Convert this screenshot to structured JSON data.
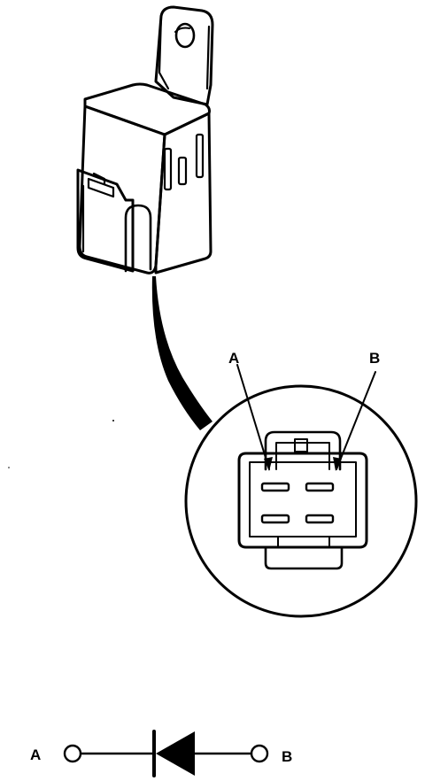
{
  "connector_labels": {
    "a": "A",
    "b": "B"
  },
  "symbol_labels": {
    "a": "A",
    "b": "B"
  },
  "colors": {
    "ink": "#000000",
    "paper": "#ffffff"
  }
}
